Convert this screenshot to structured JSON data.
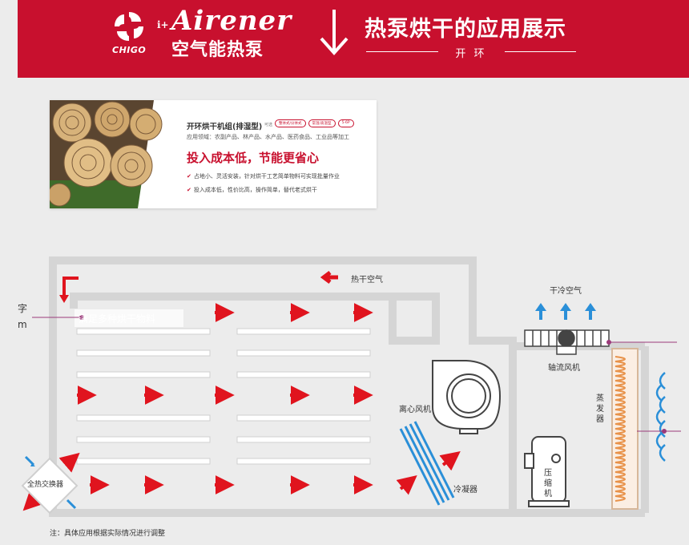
{
  "header": {
    "company_short": "CHIGO",
    "brand_small": "i+",
    "brand": "Airener",
    "brand_sub": "空气能热泵",
    "section_title": "热泵烘干的应用展示",
    "section_subtitle": "开 环"
  },
  "card": {
    "product_title": "开环烘干机组(排湿型)",
    "options_label": "可选",
    "tags": [
      "整体式/分体式",
      "常温/高温型",
      "5-6P"
    ],
    "fields": "应用领域：农副产品、林产品、水产品、医药食品、工业品等加工",
    "slogan": "投入成本低，节能更省心",
    "bullet1": "占地小、灵活安装，针对烘干工艺简单物料可实现批量作业",
    "bullet2": "投入成本低，性价比高，操作简单，替代老式烘干"
  },
  "diagram": {
    "hot_dry_air": "热干空气",
    "material_label": "满足多种烘干物料",
    "dry_cold_air": "干冷空气",
    "axial_fan": "轴流风机",
    "centrifugal_fan": "离心风机",
    "evaporator": "蒸发器",
    "condenser": "冷凝器",
    "compressor": "压缩机",
    "heat_exchanger": "全热交换器",
    "left_cut1": "字",
    "left_cut2": "m",
    "note": "注：具体应用根据实际情况进行调整"
  },
  "colors": {
    "brand_red": "#c8102e",
    "arrow_red": "#e0141e",
    "cold_blue": "#2a8fd8",
    "wall_gray": "#d8d8d8"
  }
}
